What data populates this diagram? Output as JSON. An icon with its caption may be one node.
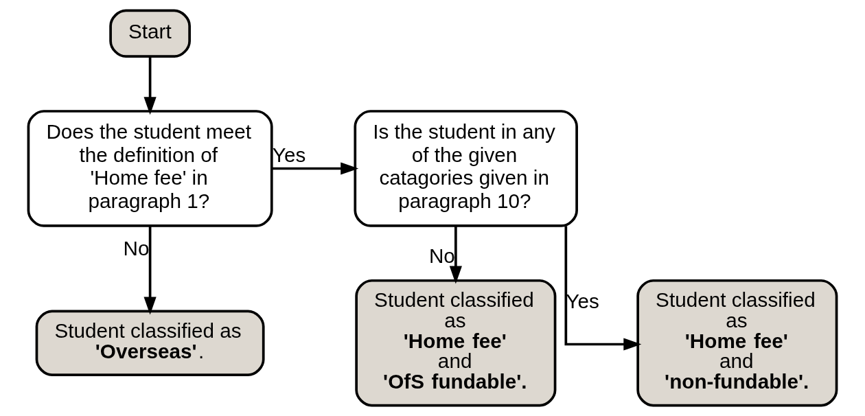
{
  "diagram": {
    "nodes": [
      {
        "text": [
          "Start"
        ]
      },
      {
        "text": [
          "Does the student meet the definition of 'Home fee' in paragraph 1?"
        ]
      },
      {
        "text": [
          "Is the student in any of the given catagories given in paragraph 10?"
        ]
      },
      {
        "text": [
          "Student classified as **'Overseas'**."
        ]
      },
      {
        "text": [
          "Student classified as **'Home fee'** and **'OfS fundable'.**"
        ]
      },
      {
        "text": [
          "Student classified as **'Home fee'** and **'non-fundable'.**"
        ]
      }
    ],
    "edges": [
      {
        "from": 0,
        "to": 1,
        "arrow": "to"
      },
      {
        "from": 1,
        "to": 2,
        "arrow": "to",
        "label": "Yes"
      },
      {
        "from": 2,
        "to": 5,
        "arrow": "to",
        "label": "Yes"
      },
      {
        "from": 1,
        "to": 3,
        "arrow": "to",
        "label": "No"
      },
      {
        "from": 2,
        "to": 4,
        "arrow": "to",
        "label": "No"
      }
    ]
  }
}
